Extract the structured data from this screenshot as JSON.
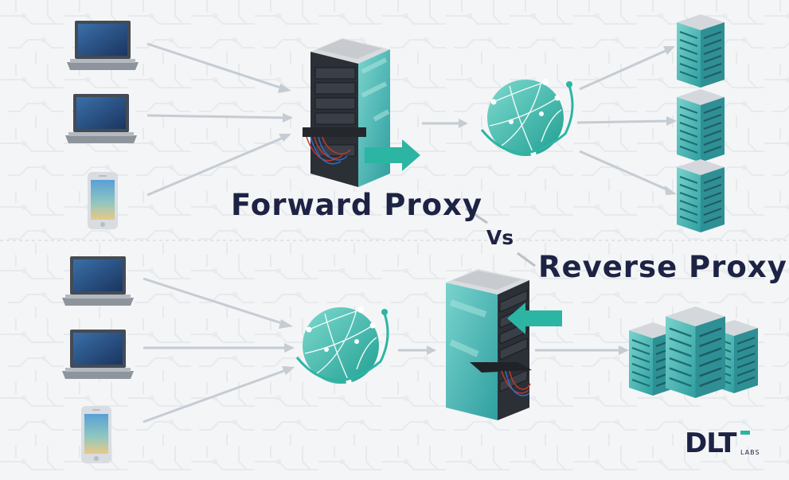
{
  "forward_proxy": {
    "title": "Forward Proxy"
  },
  "vs_label": "Vs",
  "reverse_proxy": {
    "title": "Reverse Proxy"
  },
  "logo": {
    "text": "DLT",
    "subtext": "LABS"
  },
  "icons": {
    "client_laptop": "laptop-icon",
    "client_phone": "smartphone-icon",
    "proxy": "server-rack-icon",
    "internet": "globe-icon",
    "backend": "server-icon"
  },
  "colors": {
    "title": "#1d2344",
    "accent": "#2cb5a3",
    "arrow": "#c5ccd3",
    "server_dark": "#2b2f36",
    "server_teal": "#5cc6c0"
  }
}
